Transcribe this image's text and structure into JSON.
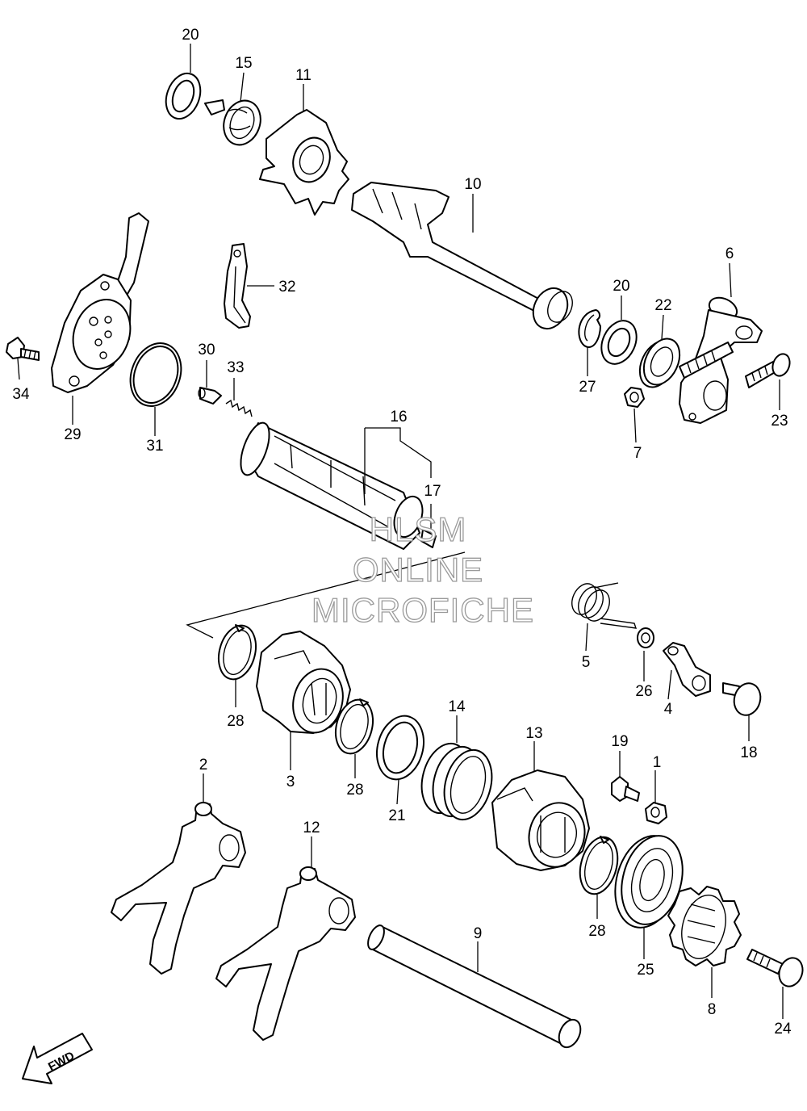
{
  "callouts": [
    "20",
    "15",
    "11",
    "10",
    "32",
    "6",
    "20",
    "22",
    "34",
    "29",
    "31",
    "30",
    "33",
    "27",
    "23",
    "7",
    "16",
    "17",
    "5",
    "26",
    "4",
    "28",
    "18",
    "3",
    "28",
    "14",
    "13",
    "19",
    "1",
    "21",
    "2",
    "12",
    "28",
    "25",
    "8",
    "9",
    "24"
  ],
  "watermark": {
    "line1": "HLSM",
    "line2": "ONLINE",
    "line3": "MICROFICHE"
  },
  "direction_badge": "FWD"
}
